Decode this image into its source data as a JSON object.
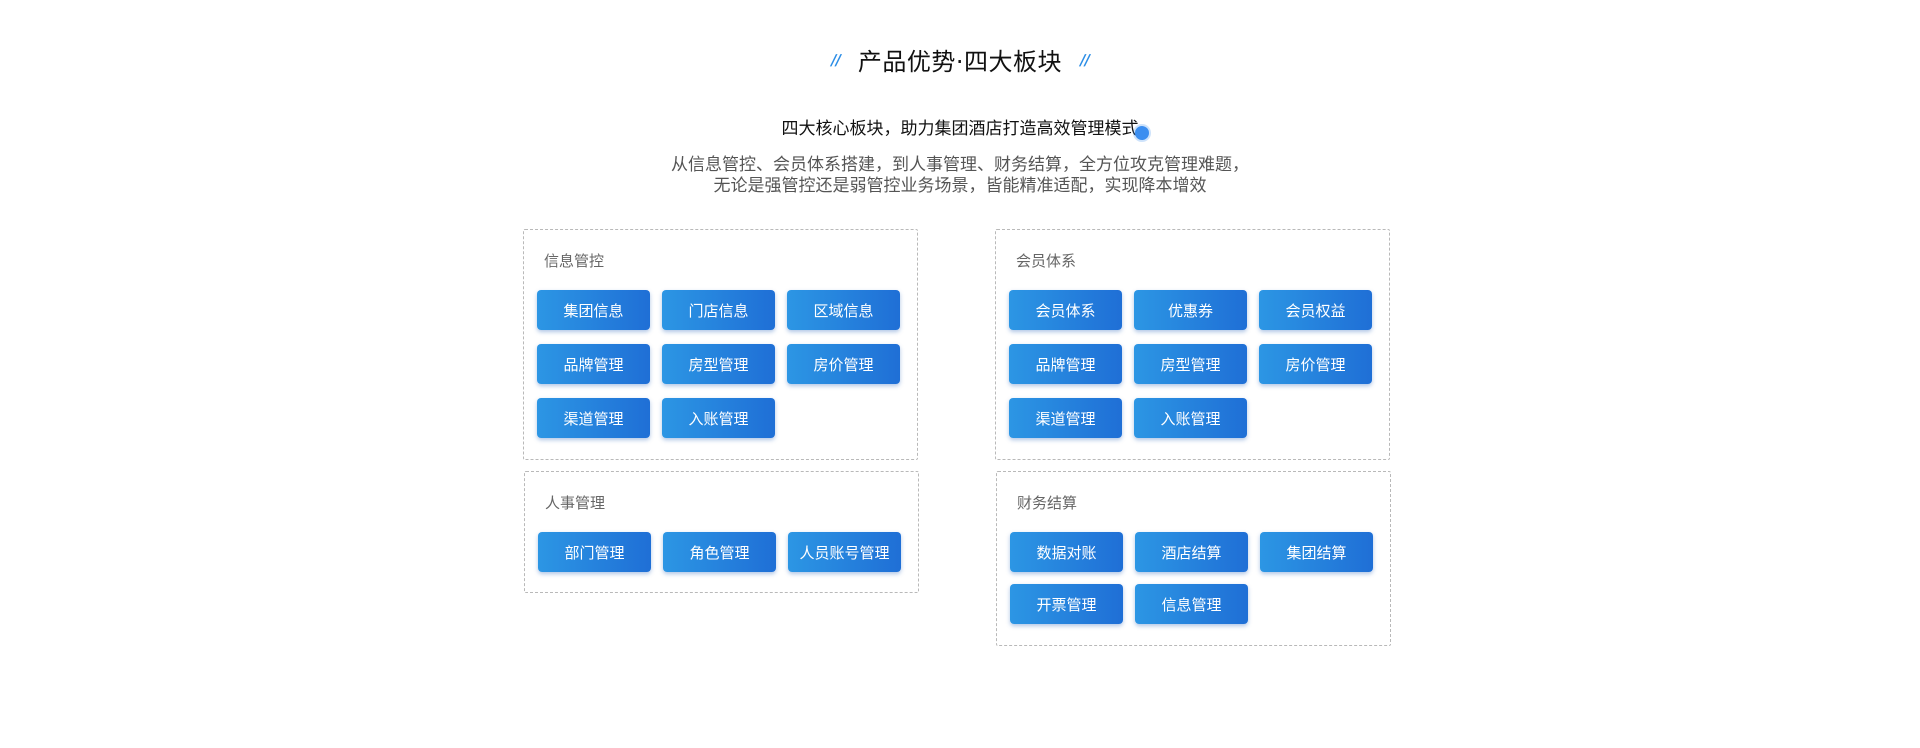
{
  "header": {
    "title": "产品优势·四大板块",
    "deco_left": "//",
    "deco_right": "//"
  },
  "subtitle": "四大核心板块，助力集团酒店打造高效管理模式",
  "description": {
    "line1": "从信息管控、会员体系搭建，到人事管理、财务结算，全方位攻克管理难题，",
    "line2": "无论是强管控还是弱管控业务场景，皆能精准适配，实现降本增效"
  },
  "panels": {
    "info": {
      "title": "信息管控",
      "buttons": [
        "集团信息",
        "门店信息",
        "区域信息",
        "品牌管理",
        "房型管理",
        "房价管理",
        "渠道管理",
        "入账管理"
      ]
    },
    "member": {
      "title": "会员体系",
      "buttons": [
        "会员体系",
        "优惠券",
        "会员权益",
        "品牌管理",
        "房型管理",
        "房价管理",
        "渠道管理",
        "入账管理"
      ]
    },
    "hr": {
      "title": "人事管理",
      "buttons": [
        "部门管理",
        "角色管理",
        "人员账号管理"
      ]
    },
    "finance": {
      "title": "财务结算",
      "buttons": [
        "数据对账",
        "酒店结算",
        "集团结算",
        "开票管理",
        "信息管理"
      ]
    }
  },
  "colors": {
    "accent": "#2b8de6",
    "button_start": "#2c96e4",
    "button_end": "#1f6fd6"
  }
}
